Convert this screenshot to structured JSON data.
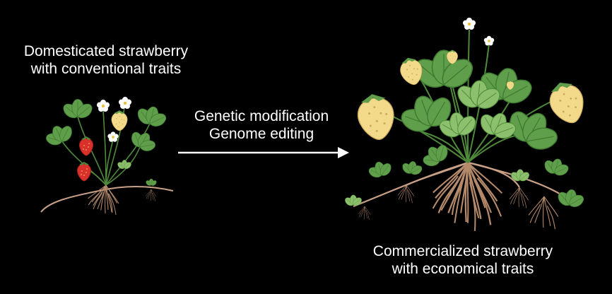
{
  "left_caption": {
    "line1": "Domesticated strawberry",
    "line2": "with conventional traits"
  },
  "middle_caption": {
    "line1": "Genetic modification",
    "line2": "Genome editing"
  },
  "right_caption": {
    "line1": "Commercialized strawberry",
    "line2": "with economical traits"
  },
  "colors": {
    "background": "#000000",
    "text": "#ffffff",
    "leaf": "#5f9e4a",
    "leaf_light": "#8cc06c",
    "red_berry": "#d9302c",
    "pale_berry": "#f3d98a",
    "root": "#b58a6b",
    "runner": "#c8a088",
    "flower": "#ffffff"
  }
}
